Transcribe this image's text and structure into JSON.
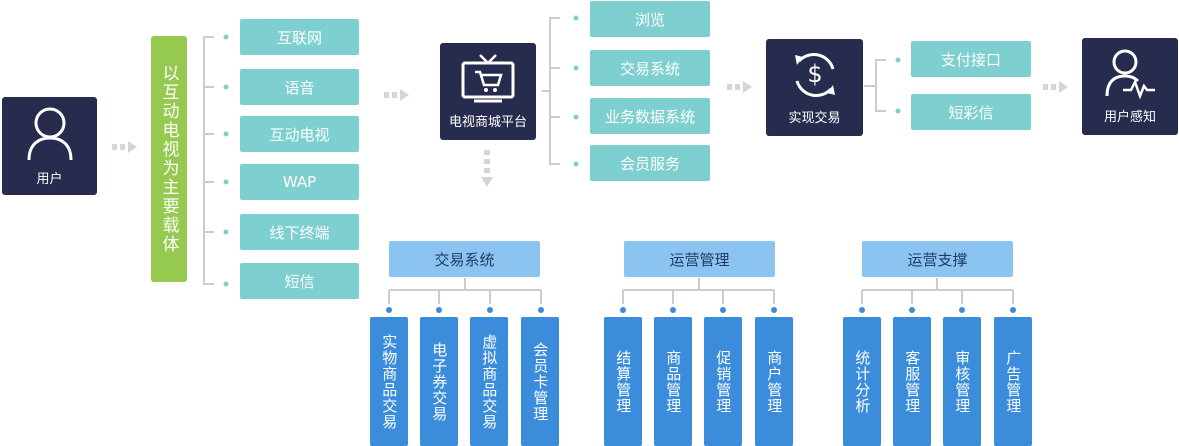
{
  "user": {
    "label": "用户",
    "icon": "user-icon"
  },
  "carrier": {
    "label": "以互动电视为主要载体"
  },
  "channels": [
    "互联网",
    "语音",
    "互动电视",
    "WAP",
    "线下终端",
    "短信"
  ],
  "platform": {
    "label": "电视商城平台",
    "icon": "tv-shopping-cart-icon",
    "items": [
      "浏览",
      "交易系统",
      "业务数据系统",
      "会员服务"
    ]
  },
  "transaction": {
    "label": "实现交易",
    "icon": "dollar-cycle-icon",
    "items": [
      "支付接口",
      "短彩信"
    ]
  },
  "perception": {
    "label": "用户感知",
    "icon": "user-pulse-icon"
  },
  "groups": [
    {
      "title": "交易系统",
      "items": [
        "实物商品交易",
        "电子券交易",
        "虚拟商品交易",
        "会员卡管理"
      ]
    },
    {
      "title": "运营管理",
      "items": [
        "结算管理",
        "商品管理",
        "促销管理",
        "商户管理"
      ]
    },
    {
      "title": "运营支撑",
      "items": [
        "统计分析",
        "客服管理",
        "审核管理",
        "广告管理"
      ]
    }
  ],
  "colors": {
    "dark": "#272b4e",
    "green": "#95c94f",
    "teal": "#7ecfd0",
    "light_blue": "#8cc4f1",
    "blue": "#3b8ddb",
    "connector": "#c9cdd2",
    "dot": "#7ecfd0"
  }
}
